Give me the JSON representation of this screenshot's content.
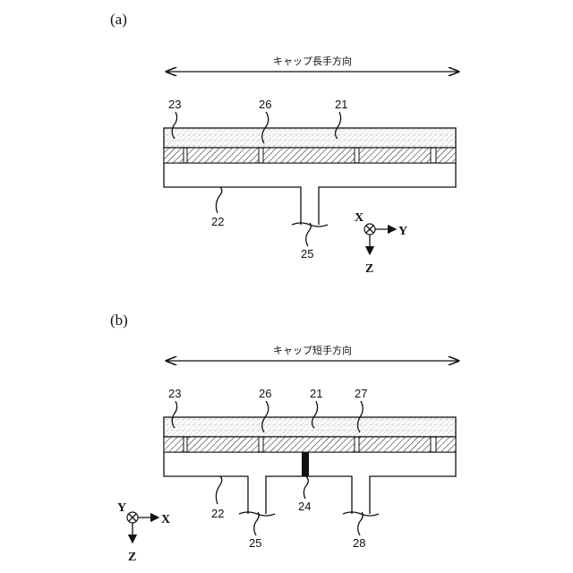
{
  "panels": [
    {
      "label": "(a)",
      "direction": "キャップ長手方向",
      "refs": {
        "cap": "21",
        "body": "22",
        "left_edge": "23",
        "electrode": "26",
        "stem": "25"
      },
      "axes": {
        "into_page": "X",
        "horizontal": "Y",
        "down": "Z"
      }
    },
    {
      "label": "(b)",
      "direction": "キャップ短手方向",
      "refs": {
        "cap": "21",
        "body": "22",
        "left_edge": "23",
        "electrode": "26",
        "right_electrode": "27",
        "contact": "24",
        "stem_left": "25",
        "stem_right": "28"
      },
      "axes": {
        "into_page": "Y",
        "horizontal": "X",
        "down": "Z"
      }
    }
  ],
  "colors": {
    "line": "#111111",
    "stipple_dots": "#8a8a8a",
    "contact_fill": "#111111"
  }
}
